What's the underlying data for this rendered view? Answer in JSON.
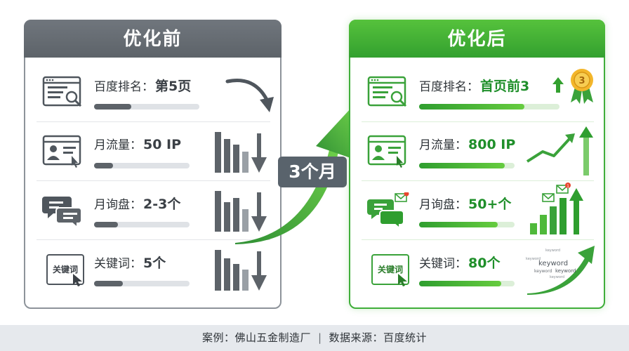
{
  "before": {
    "title": "优化前",
    "rows": [
      {
        "label": "百度排名：",
        "value": "第5页",
        "bar": 0.35
      },
      {
        "label": "月流量：",
        "value": "50 IP",
        "bar": 0.2
      },
      {
        "label": "月询盘：",
        "value": "2-3个",
        "bar": 0.25
      },
      {
        "label": "关键词：",
        "value": "5个",
        "bar": 0.3
      }
    ],
    "keyword_icon_text": "关键词"
  },
  "after": {
    "title": "优化后",
    "rows": [
      {
        "label": "百度排名：",
        "value": "首页前3",
        "bar": 0.75
      },
      {
        "label": "月流量：",
        "value": "800 IP",
        "bar": 0.9
      },
      {
        "label": "月询盘：",
        "value": "50+个",
        "bar": 0.82
      },
      {
        "label": "关键词：",
        "value": "80个",
        "bar": 0.86
      }
    ],
    "keyword_icon_text": "关键词",
    "medal_number": "3",
    "notification_count": "1",
    "word_cloud": [
      "keyword",
      "keyword",
      "keyword",
      "keyword",
      "keyword",
      "keyword"
    ]
  },
  "middle": {
    "badge": "3个月"
  },
  "footer": {
    "case": "案例：佛山五金制造厂",
    "divider": "|",
    "source": "数据来源：百度统计"
  },
  "colors": {
    "gray": "#5d6369",
    "green": "#33a02f",
    "light_green": "#66cc3f"
  }
}
